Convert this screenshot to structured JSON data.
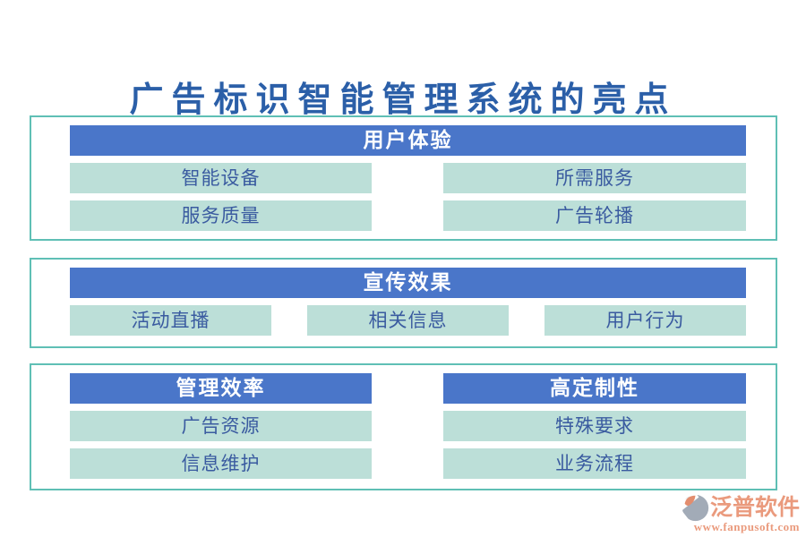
{
  "page": {
    "title": "广告标识智能管理系统的亮点"
  },
  "colors": {
    "title_text": "#2B5FA8",
    "panel_border": "#5FBFB5",
    "header_bg": "#4A76C9",
    "header_text": "#FFFFFF",
    "item_bg": "#BCDFD8",
    "item_text": "#3A5BA0",
    "brand_text": "#E8906F",
    "logo_gray": "#99A2B0",
    "logo_orange": "#E0815F"
  },
  "sections": [
    {
      "header": "用户体验",
      "items": [
        "智能设备",
        "所需服务",
        "服务质量",
        "广告轮播"
      ]
    },
    {
      "header": "宣传效果",
      "items": [
        "活动直播",
        "相关信息",
        "用户行为"
      ]
    },
    {
      "columns": [
        {
          "header": "管理效率",
          "items": [
            "广告资源",
            "信息维护"
          ]
        },
        {
          "header": "高定制性",
          "items": [
            "特殊要求",
            "业务流程"
          ]
        }
      ]
    }
  ],
  "watermark": {
    "brand": "泛普软件",
    "url": "www.fanpusoft.com",
    "logo_icon": "fanpu-swirl-logo"
  }
}
